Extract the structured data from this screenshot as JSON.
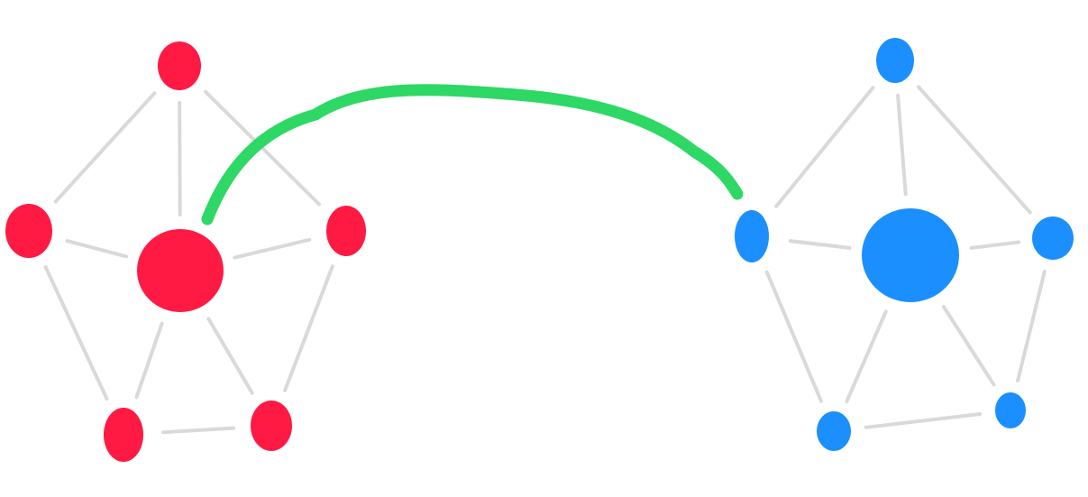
{
  "colors": {
    "left_cluster": "#ff1a44",
    "right_cluster": "#1b8ffe",
    "internal_edges": "#d9d9d9",
    "bridge_edge": "#2ed864",
    "background": "#ffffff"
  },
  "clusters": [
    {
      "id": "left",
      "color_key": "left_cluster",
      "hub": "hub",
      "nodes": [
        "top",
        "left",
        "hub",
        "right",
        "bottom-left",
        "bottom-right"
      ],
      "edges": [
        [
          "top",
          "left"
        ],
        [
          "top",
          "hub"
        ],
        [
          "top",
          "right"
        ],
        [
          "left",
          "hub"
        ],
        [
          "left",
          "bottom-left"
        ],
        [
          "hub",
          "right"
        ],
        [
          "hub",
          "bottom-left"
        ],
        [
          "hub",
          "bottom-right"
        ],
        [
          "right",
          "bottom-right"
        ],
        [
          "bottom-left",
          "bottom-right"
        ]
      ]
    },
    {
      "id": "right",
      "color_key": "right_cluster",
      "hub": "hub",
      "nodes": [
        "top",
        "left",
        "hub",
        "right",
        "bottom-left",
        "bottom-right"
      ],
      "edges": [
        [
          "top",
          "left"
        ],
        [
          "top",
          "hub"
        ],
        [
          "top",
          "right"
        ],
        [
          "left",
          "hub"
        ],
        [
          "left",
          "bottom-left"
        ],
        [
          "hub",
          "right"
        ],
        [
          "hub",
          "bottom-left"
        ],
        [
          "hub",
          "bottom-right"
        ],
        [
          "right",
          "bottom-right"
        ],
        [
          "bottom-left",
          "bottom-right"
        ]
      ]
    }
  ],
  "bridge": {
    "from": [
      "left",
      "hub"
    ],
    "to": [
      "right",
      "left"
    ]
  }
}
